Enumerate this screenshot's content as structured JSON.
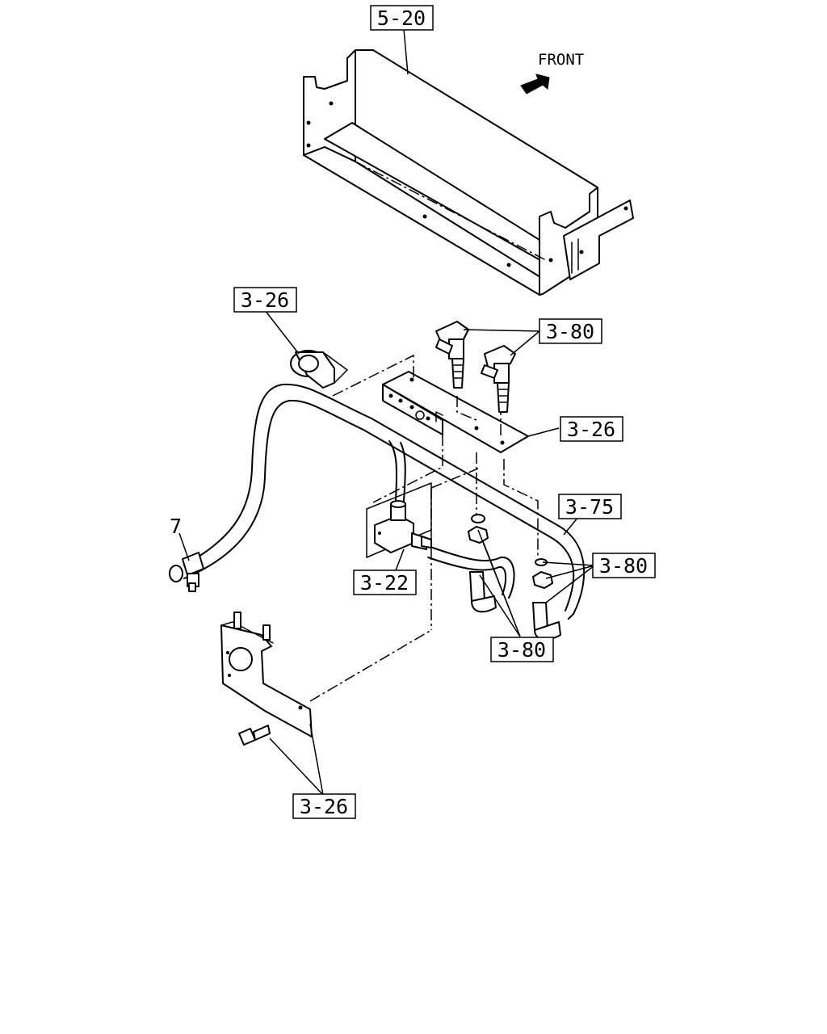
{
  "front_label": "FRONT",
  "callouts": [
    {
      "id": "c520",
      "text": "5-20"
    },
    {
      "id": "c326a",
      "text": "3-26"
    },
    {
      "id": "c380a",
      "text": "3-80"
    },
    {
      "id": "c326b",
      "text": "3-26"
    },
    {
      "id": "c375",
      "text": "3-75"
    },
    {
      "id": "c380b",
      "text": "3-80"
    },
    {
      "id": "c322",
      "text": "3-22"
    },
    {
      "id": "c380c",
      "text": "3-80"
    },
    {
      "id": "c326c",
      "text": "3-26"
    }
  ],
  "part_number_label": "7"
}
